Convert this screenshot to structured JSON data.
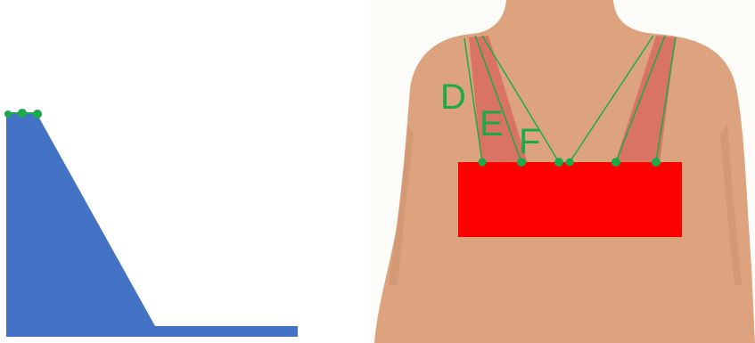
{
  "labels": {
    "line_d": "D",
    "line_e": "E",
    "line_f": "F"
  },
  "colors": {
    "profile_fill": "#4472c4",
    "skin": "#dda37e",
    "skin_shade": "#c98f6b",
    "strap": "#d86b5f",
    "band": "#ff0000",
    "line": "#1aaa4a",
    "point": "#1aaa4a",
    "label": "#1aaa4a"
  },
  "icons": {
    "point_marker": "circle"
  }
}
